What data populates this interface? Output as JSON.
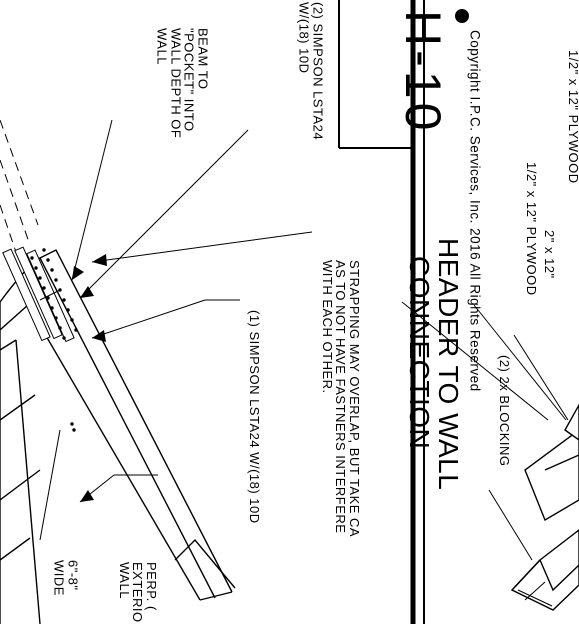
{
  "title_block": {
    "sheet_number": "H-10",
    "title_line1": "HEADER TO WALL",
    "title_line2": "CONNECTION",
    "copyright": "Copyright I.P.C. Services, Inc. 2016 All Rights Reserved",
    "note_lines": [
      "STRAPPING MAY OVERLAP, BUT TAKE CA",
      "AS TO NOT HAVE FASTNERS INTERFERE",
      "WITH EACH OTHER."
    ]
  },
  "callouts": {
    "plywood_top": "1/2\" x 12\" PLYWOOD",
    "lumber_2x12": "2\" x 12\"",
    "plywood_bottom": "1/2\" x 12\" PLYWOOD",
    "blocking": "(2) 2x BLOCKING",
    "simpson_one": "(1) SIMPSON LSTA24 W/(18) 10D",
    "simpson_two_line1": "(2) SIMPSON LSTA24",
    "simpson_two_line2": "W/(18) 10D",
    "beam_pocket_lines": [
      "BEAM TO",
      "\"POCKET\" INTO",
      "WALL DEPTH OF",
      "WALL"
    ],
    "perp_lines": [
      "PERP. (",
      "EXTERIO",
      "WALL"
    ],
    "wide_lines": [
      "6\"-8\"",
      "WIDE"
    ]
  }
}
